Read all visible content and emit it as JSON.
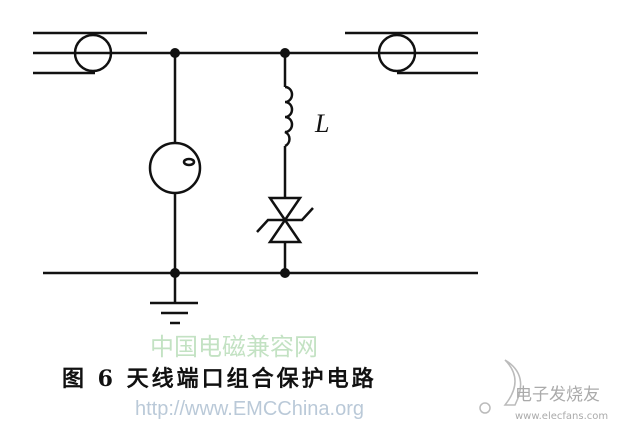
{
  "diagram": {
    "inductor_label": "L",
    "caption": "图 6  天线端口组合保护电路",
    "watermark_cn": "中国电磁兼容网",
    "watermark_url": "http://www.EMCChina.org",
    "logo_text": "电子发烧友",
    "logo_url": "www.elecfans.com"
  }
}
